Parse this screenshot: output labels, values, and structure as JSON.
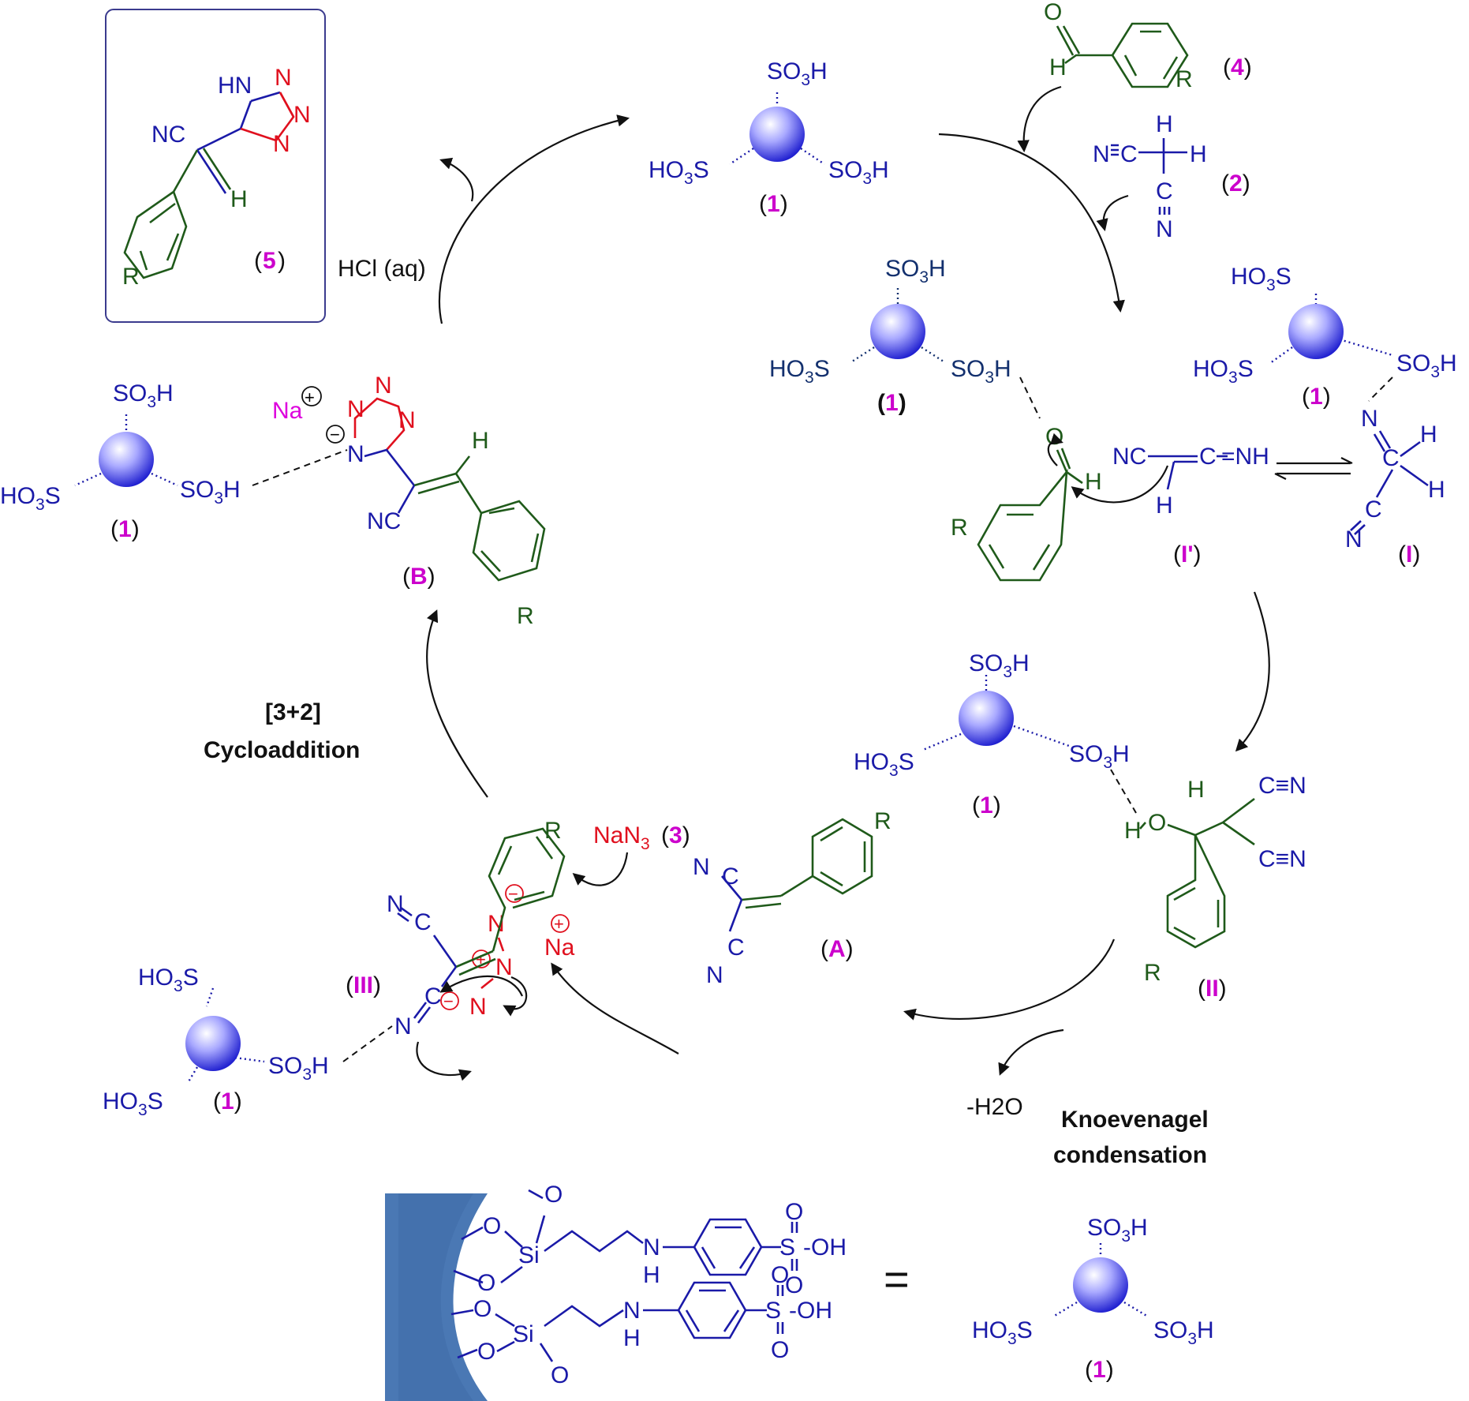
{
  "colors": {
    "catalyst_text": "#1a1aa8",
    "compound_number": "#cc00cc",
    "azide": "#e0101e",
    "aryl": "#1f5a1a",
    "support": "#4a78b4"
  },
  "labels": {
    "so3h": "SO3H",
    "ho3s": "HO3S",
    "nc": "NC",
    "hcl": "HCl (aq)",
    "naN3": "NaN3",
    "minus_h2o": "-H2O",
    "knoev_1": "Knoevenagel",
    "knoev_2": "condensation",
    "cyclo_1": "[3+2]",
    "cyclo_2": "Cycloaddition",
    "hn": "HN",
    "na": "Na",
    "equals": "="
  },
  "compounds": {
    "c1": "1",
    "c2": "2",
    "c3": "3",
    "c4": "4",
    "c5": "5",
    "iA": "A",
    "iB": "B",
    "iI": "I",
    "iIp": "I'",
    "iII": "II",
    "iIII": "III"
  }
}
